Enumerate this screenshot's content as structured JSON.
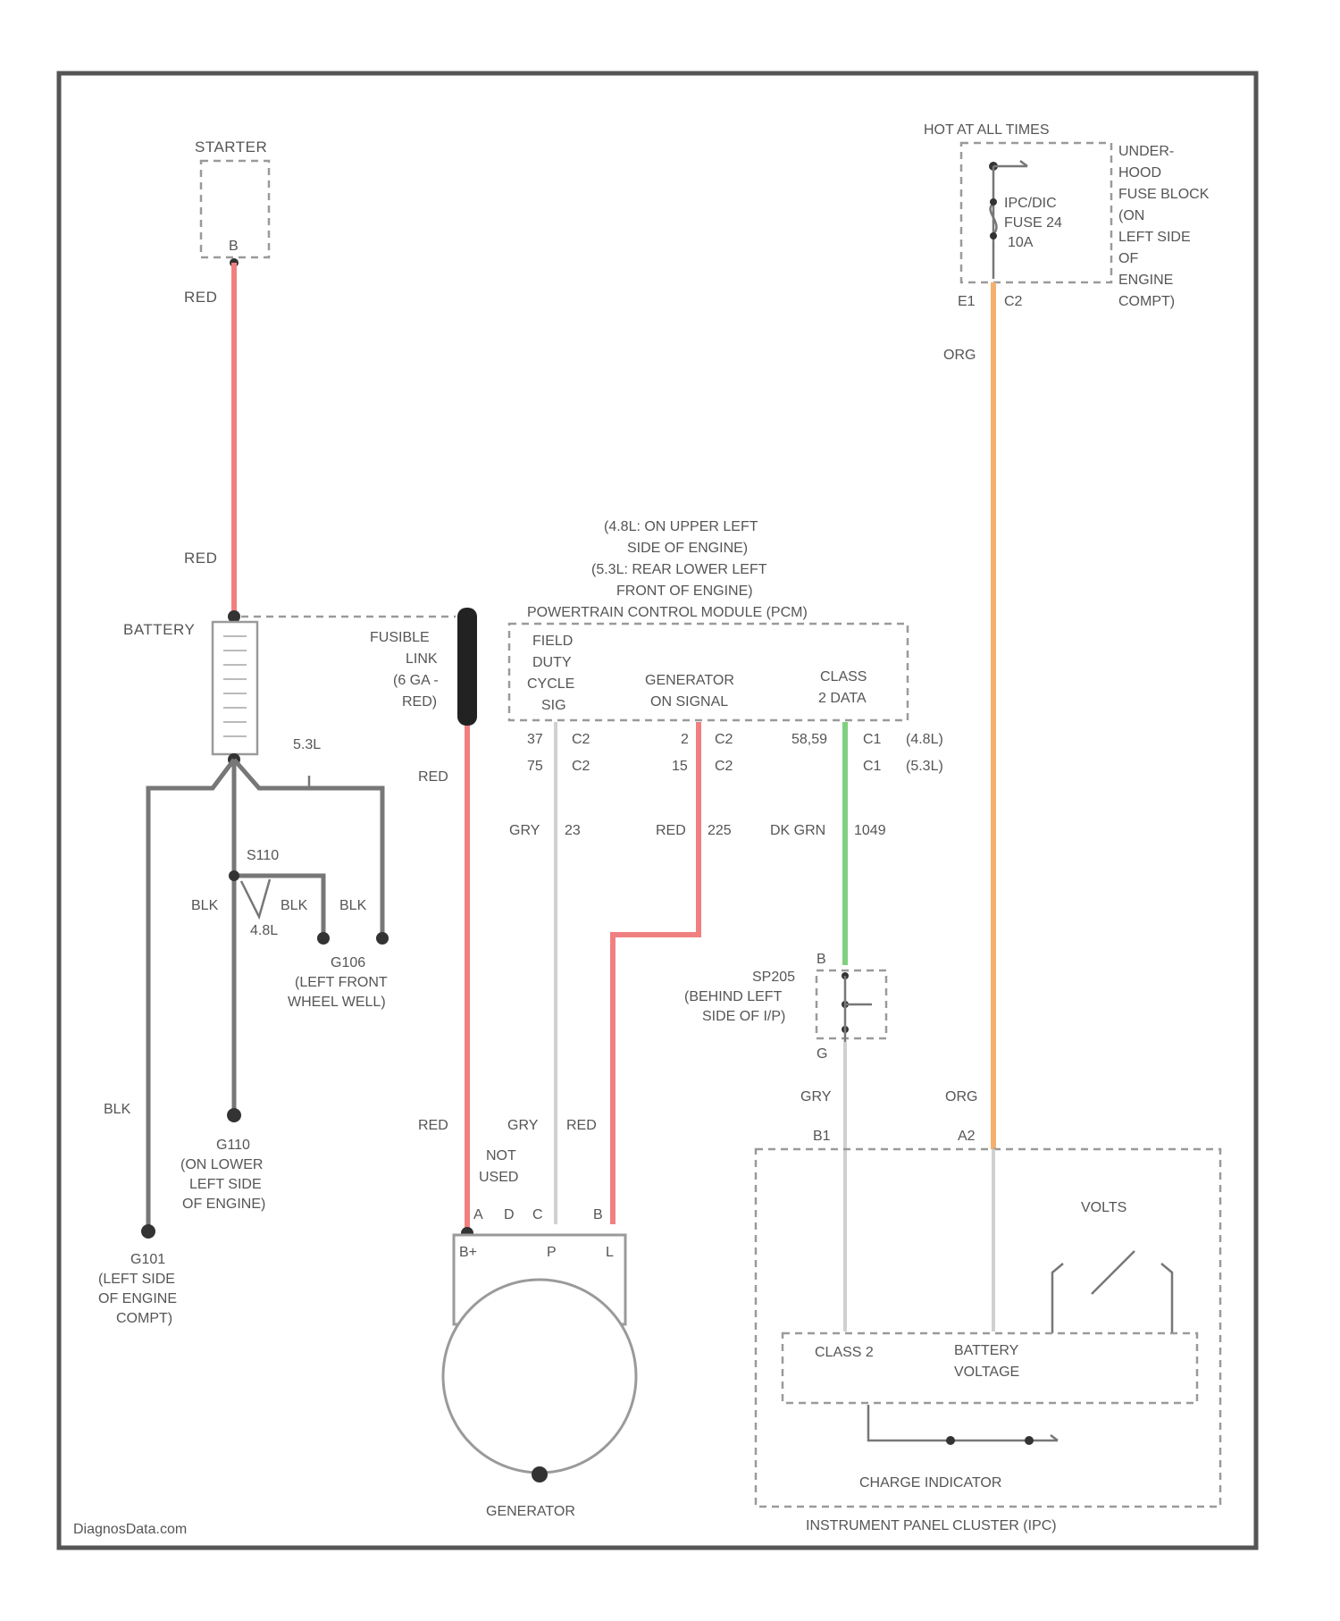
{
  "colors": {
    "red_wire": "#f08080",
    "orange_wire": "#f5b070",
    "green_wire": "#80d080",
    "gray_wire": "#777777",
    "light_gray_wire": "#d0d0d0",
    "frame": "#555555"
  },
  "labels": {
    "starter": "STARTER",
    "starter_pin": "B",
    "red_top": "RED",
    "red_mid": "RED",
    "battery": "BATTERY",
    "fusible_link": [
      "FUSIBLE",
      "LINK",
      "(6 GA -",
      "RED)"
    ],
    "red_fl": "RED",
    "engine_53l": "5.3L",
    "splice_s110": "S110",
    "engine_48l": "4.8L",
    "blk_1": "BLK",
    "blk_2": "BLK",
    "blk_3": "BLK",
    "g106": [
      "G106",
      "(LEFT FRONT",
      "WHEEL WELL)"
    ],
    "blk_left": "BLK",
    "g110": [
      "G110",
      "(ON LOWER",
      "LEFT SIDE",
      "OF ENGINE)"
    ],
    "g101": [
      "G101",
      "(LEFT SIDE",
      "OF ENGINE",
      "COMPT)"
    ],
    "pcm_location": [
      "(4.8L: ON UPPER LEFT",
      "SIDE OF ENGINE)",
      "(5.3L: REAR LOWER LEFT",
      "FRONT OF ENGINE)",
      "POWERTRAIN CONTROL MODULE (PCM)"
    ],
    "pcm_field": [
      "FIELD",
      "DUTY",
      "CYCLE",
      "SIG"
    ],
    "pcm_gen": [
      "GENERATOR",
      "ON SIGNAL"
    ],
    "pcm_class2": [
      "CLASS",
      "2 DATA"
    ],
    "pin_row1": {
      "a": "37",
      "b": "C2",
      "c": "2",
      "d": "C2",
      "e": "58,59",
      "f": "C1",
      "g": "(4.8L)"
    },
    "pin_row2": {
      "a": "75",
      "b": "C2",
      "c": "15",
      "d": "C2",
      "e": "C1",
      "f": "(5.3L)"
    },
    "wire_gry": "GRY",
    "wire_gry_circ": "23",
    "wire_red": "RED",
    "wire_red_circ": "225",
    "wire_dkgrn": "DK GRN",
    "wire_dkgrn_circ": "1049",
    "sp205": [
      "SP205",
      "(BEHIND LEFT",
      "SIDE OF I/P)"
    ],
    "sp205_pin_top": "B",
    "sp205_pin_bot": "G",
    "gen_red": "RED",
    "gen_gry": "GRY",
    "gen_red2": "RED",
    "not_used": [
      "NOT",
      "USED"
    ],
    "gen_pins": {
      "a": "A",
      "b": "D",
      "c": "C",
      "d": "B"
    },
    "gen_inner": {
      "bplus": "B+",
      "p": "P",
      "l": "L"
    },
    "generator": "GENERATOR",
    "hot_at_all": "HOT AT ALL TIMES",
    "fuse_block": [
      "UNDER-",
      "HOOD",
      "FUSE BLOCK",
      "(ON",
      "LEFT SIDE",
      "OF",
      "ENGINE",
      "COMPT)"
    ],
    "fuse": [
      "IPC/DIC",
      "FUSE 24",
      "10A"
    ],
    "fuse_pins": {
      "a": "E1",
      "b": "C2"
    },
    "org_top": "ORG",
    "ipc_gry": "GRY",
    "ipc_org": "ORG",
    "ipc_pin_b1": "B1",
    "ipc_pin_a2": "A2",
    "volts": "VOLTS",
    "class2": "CLASS 2",
    "battery_voltage": [
      "BATTERY",
      "VOLTAGE"
    ],
    "charge_indicator": "CHARGE INDICATOR",
    "ipc": "INSTRUMENT PANEL CLUSTER (IPC)",
    "watermark": "DiagnosData.com"
  }
}
